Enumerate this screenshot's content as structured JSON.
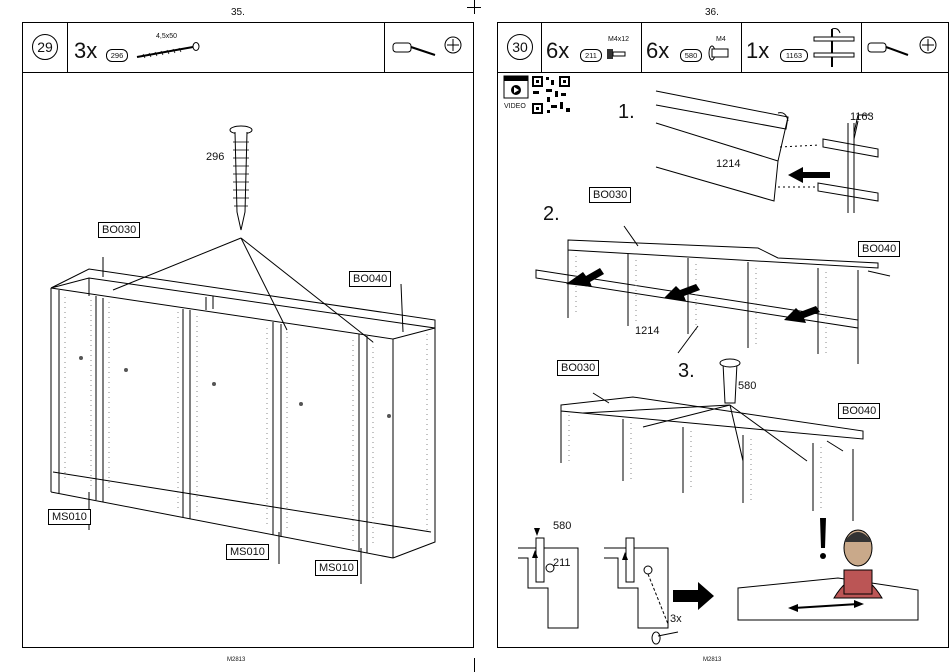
{
  "left_page": {
    "page_number": "35.",
    "step": "29",
    "parts": [
      {
        "qty": "3x",
        "part": "296",
        "spec": "4,5x50"
      }
    ],
    "callouts": {
      "screw": "296",
      "top_left": "BO030",
      "top_right": "BO040",
      "side_left": "MS010",
      "side_mid": "MS010",
      "side_right": "MS010"
    },
    "footer": "M2813"
  },
  "right_page": {
    "page_number": "36.",
    "step": "30",
    "parts": [
      {
        "qty": "6x",
        "part": "211",
        "spec": "M4x12"
      },
      {
        "qty": "6x",
        "part": "580",
        "spec": "M4"
      },
      {
        "qty": "1x",
        "part": "1163",
        "spec": ""
      }
    ],
    "video_label": "VIDEO",
    "substeps": [
      "1.",
      "2.",
      "3."
    ],
    "callouts": {
      "s1_bracket": "1163",
      "s1_rail": "1214",
      "s2_top_left": "BO030",
      "s2_top_right": "BO040",
      "s2_rail": "1214",
      "s3_top_left": "BO030",
      "s3_top_right": "BO040",
      "s3_bolt": "580",
      "detail_bolt": "580",
      "detail_screw": "211",
      "detail_count": "3x"
    },
    "footer": "M2813"
  }
}
